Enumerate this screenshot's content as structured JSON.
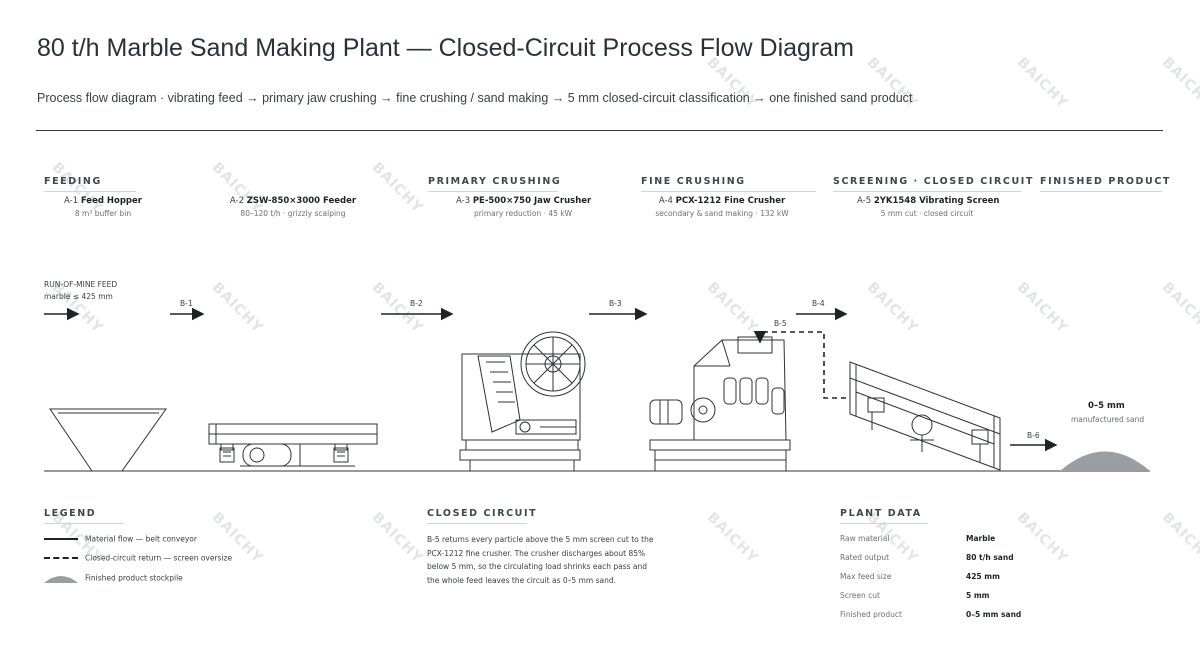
{
  "header": {
    "title": "80 t/h Marble Sand Making Plant — Closed-Circuit Process Flow Diagram",
    "subtitle": "Process flow diagram  ·  vibrating feed → primary jaw crushing → fine crushing / sand making → 5 mm closed-circuit classification → one finished sand product"
  },
  "stages": [
    {
      "label": "FEEDING"
    },
    {
      "label": "PRIMARY CRUSHING"
    },
    {
      "label": "FINE CRUSHING"
    },
    {
      "label": "SCREENING · CLOSED CIRCUIT"
    },
    {
      "label": "FINISHED PRODUCT"
    }
  ],
  "units": [
    {
      "tag": "A-1",
      "name": "Feed Hopper",
      "desc": "8 m³ buffer bin"
    },
    {
      "tag": "A-2",
      "name": "ZSW-850×3000 Feeder",
      "desc": "80–120 t/h · grizzly scalping"
    },
    {
      "tag": "A-3",
      "name": "PE-500×750 Jaw Crusher",
      "desc": "primary reduction · 45 kW"
    },
    {
      "tag": "A-4",
      "name": "PCX-1212 Fine Crusher",
      "desc": "secondary & sand making · 132 kW"
    },
    {
      "tag": "A-5",
      "name": "2YK1548 Vibrating Screen",
      "desc": "5 mm cut · closed circuit"
    }
  ],
  "feed": {
    "label": "RUN-OF-MINE FEED",
    "detail": "marble ≤ 425 mm"
  },
  "streams": [
    "B-1",
    "B-2",
    "B-3",
    "B-4",
    "B-5",
    "B-6"
  ],
  "product": {
    "size": "0–5 mm",
    "label": "manufactured sand"
  },
  "legend": {
    "title": "LEGEND",
    "items": [
      {
        "label": "Material flow — belt conveyor",
        "symbol": "solid-line"
      },
      {
        "label": "Closed-circuit return — screen oversize",
        "symbol": "dashed-line"
      },
      {
        "label": "Finished product stockpile",
        "symbol": "stockpile"
      }
    ]
  },
  "closed_circuit": {
    "title": "CLOSED CIRCUIT",
    "text": "B-5 returns every particle above the 5 mm screen cut to the PCX-1212 fine crusher. The crusher discharges about 85% below 5 mm, so the circulating load shrinks each pass and the whole feed leaves the circuit as 0–5 mm sand."
  },
  "plant_data": {
    "title": "PLANT DATA",
    "rows": [
      {
        "key": "Raw material",
        "value": "Marble"
      },
      {
        "key": "Rated output",
        "value": "80 t/h sand"
      },
      {
        "key": "Max feed size",
        "value": "425 mm"
      },
      {
        "key": "Screen cut",
        "value": "5 mm"
      },
      {
        "key": "Finished product",
        "value": "0–5 mm sand"
      }
    ]
  },
  "watermark": "BAICHY",
  "colors": {
    "ink": "#2f3338",
    "stockpile": "#9a9ea3",
    "rule": "#cfd2d6"
  }
}
